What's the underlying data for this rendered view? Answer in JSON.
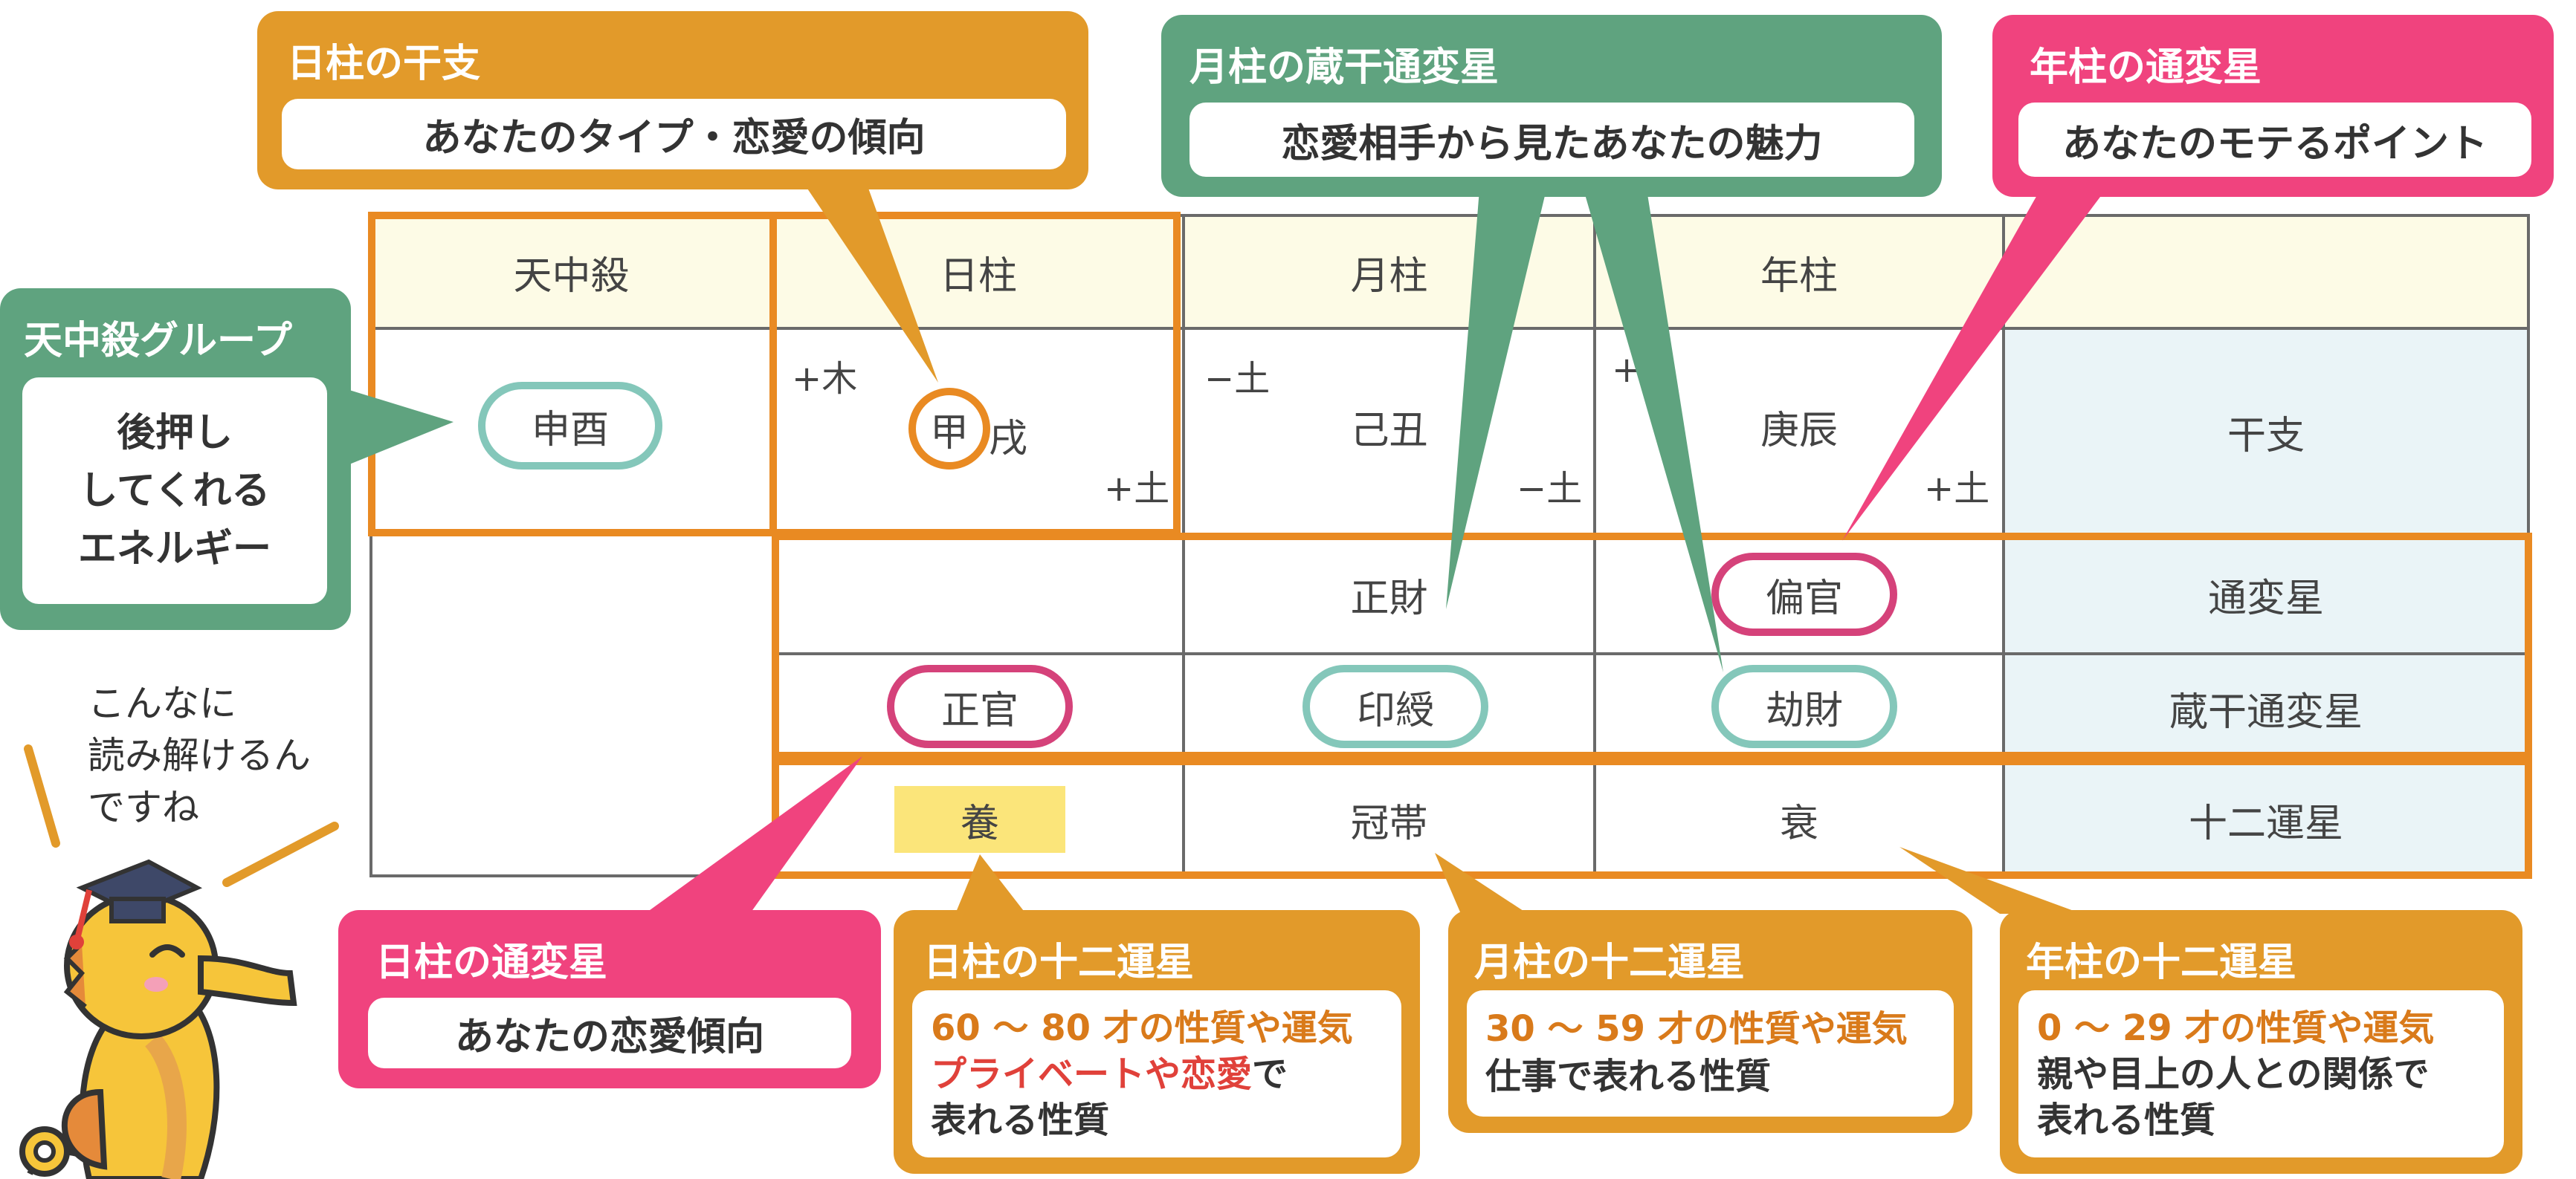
{
  "table": {
    "headers": [
      "天中殺",
      "日柱",
      "月柱",
      "年柱",
      ""
    ],
    "tenchusatsu": "申酉",
    "day": {
      "stem_prefix": "+木",
      "stem": "甲",
      "branch": "戌",
      "branch_suffix": "+土"
    },
    "month": {
      "stem_prefix": "−土",
      "pillar": "己丑",
      "branch_suffix": "−土"
    },
    "year": {
      "stem_prefix": "+",
      "pillar": "庚辰",
      "branch_suffix": "+土"
    },
    "row_labels": [
      "干支",
      "通変星",
      "蔵干通変星",
      "十二運星"
    ],
    "tsuhensei": [
      "",
      "正財",
      "偏官"
    ],
    "zokan": [
      "正官",
      "印綬",
      "劫財"
    ],
    "juniunsei": [
      "養",
      "冠帯",
      "衰"
    ]
  },
  "callouts": {
    "day_kanshi": {
      "title": "日柱の干支",
      "text": "あなたのタイプ・恋愛の傾向"
    },
    "month_zokan": {
      "title": "月柱の蔵干通変星",
      "text": "恋愛相手から見たあなたの魅力"
    },
    "year_tsuhen": {
      "title": "年柱の通変星",
      "text": "あなたのモテるポイント"
    },
    "tenchusatsu_group": {
      "title": "天中殺グループ",
      "lines": [
        "後押し",
        "してくれる",
        "エネルギー"
      ]
    },
    "day_tsuhen": {
      "title": "日柱の通変星",
      "text": "あなたの恋愛傾向"
    },
    "day_juni": {
      "title": "日柱の十二運星",
      "line1": "60 〜 80 才の性質や運気",
      "line2_red": "プライベートや恋愛",
      "line2_rest": "で",
      "line3": "表れる性質"
    },
    "month_juni": {
      "title": "月柱の十二運星",
      "line1": "30 〜 59 才の性質や運気",
      "line2": "仕事で表れる性質"
    },
    "year_juni": {
      "title": "年柱の十二運星",
      "line1": "0 〜 29 才の性質や運気",
      "line2": "親や目上の人との関係で",
      "line3": "表れる性質"
    }
  },
  "character": {
    "speech": [
      "こんなに",
      "読み解けるん",
      "ですね"
    ]
  },
  "colors": {
    "orange": "#e29a2a",
    "green": "#5fa37f",
    "pink": "#f0437e",
    "table_orange": "#e98a22",
    "pill_green": "#84c7ba",
    "pill_pink": "#d5427a"
  }
}
